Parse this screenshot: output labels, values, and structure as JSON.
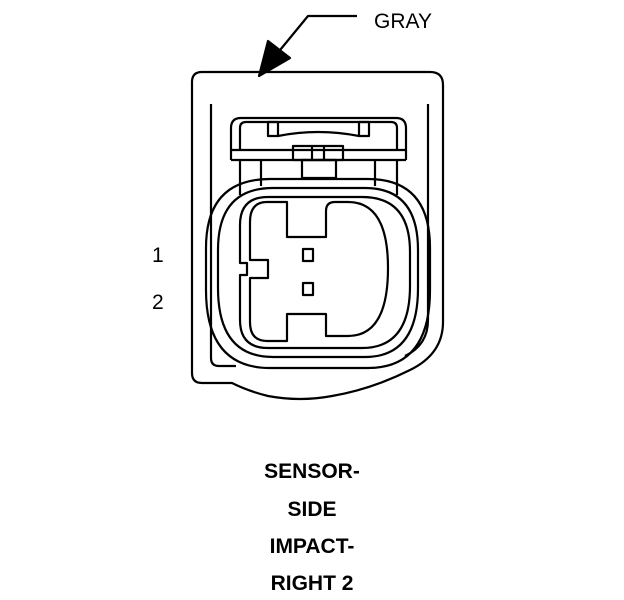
{
  "wire_color_label": "GRAY",
  "pins": [
    "1",
    "2"
  ],
  "caption": [
    "SENSOR-",
    "SIDE",
    "IMPACT-",
    "RIGHT 2"
  ]
}
